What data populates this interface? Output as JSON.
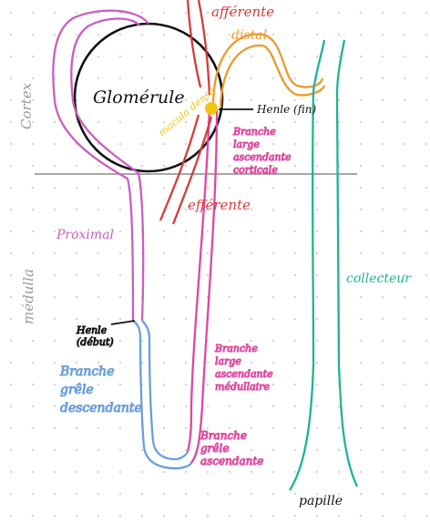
{
  "colors": {
    "grid_dot": "#c4c4c4",
    "divider": "#8a8a8a",
    "glomerule": "#111111",
    "proximal": "#c85fc0",
    "grele_descendante": "#6a9fd9",
    "branche_ascendante": "#e0479f",
    "distal": "#eb9a2c",
    "arterioles": "#d63b3b",
    "collecteur": "#1fb394",
    "macula_densa": "#f1c40f",
    "annotation": "#111111",
    "zone_label": "#9a9a9a"
  },
  "zones": {
    "cortex": "Cortex",
    "medulla": "médulla"
  },
  "labels": {
    "glomerule": "Glomérule",
    "afferente": "afférente",
    "efferente": "efférente",
    "distal": "distal",
    "macula_densa": "macula densa",
    "henle_fin": "Henle (fin)",
    "branche_large_corticale": [
      "Branche",
      "large",
      "ascendante",
      "corticale"
    ],
    "proximal": "Proximal",
    "henle_debut": [
      "Henle",
      "(début)"
    ],
    "branche_grele_descendante": [
      "Branche",
      "grêle",
      "descendante"
    ],
    "branche_large_medullaire": [
      "Branche",
      "large",
      "ascendante",
      "médullaire"
    ],
    "branche_grele_ascendante": [
      "Branche",
      "grêle",
      "ascendante"
    ],
    "collecteur": "collecteur",
    "papille": "papille"
  }
}
